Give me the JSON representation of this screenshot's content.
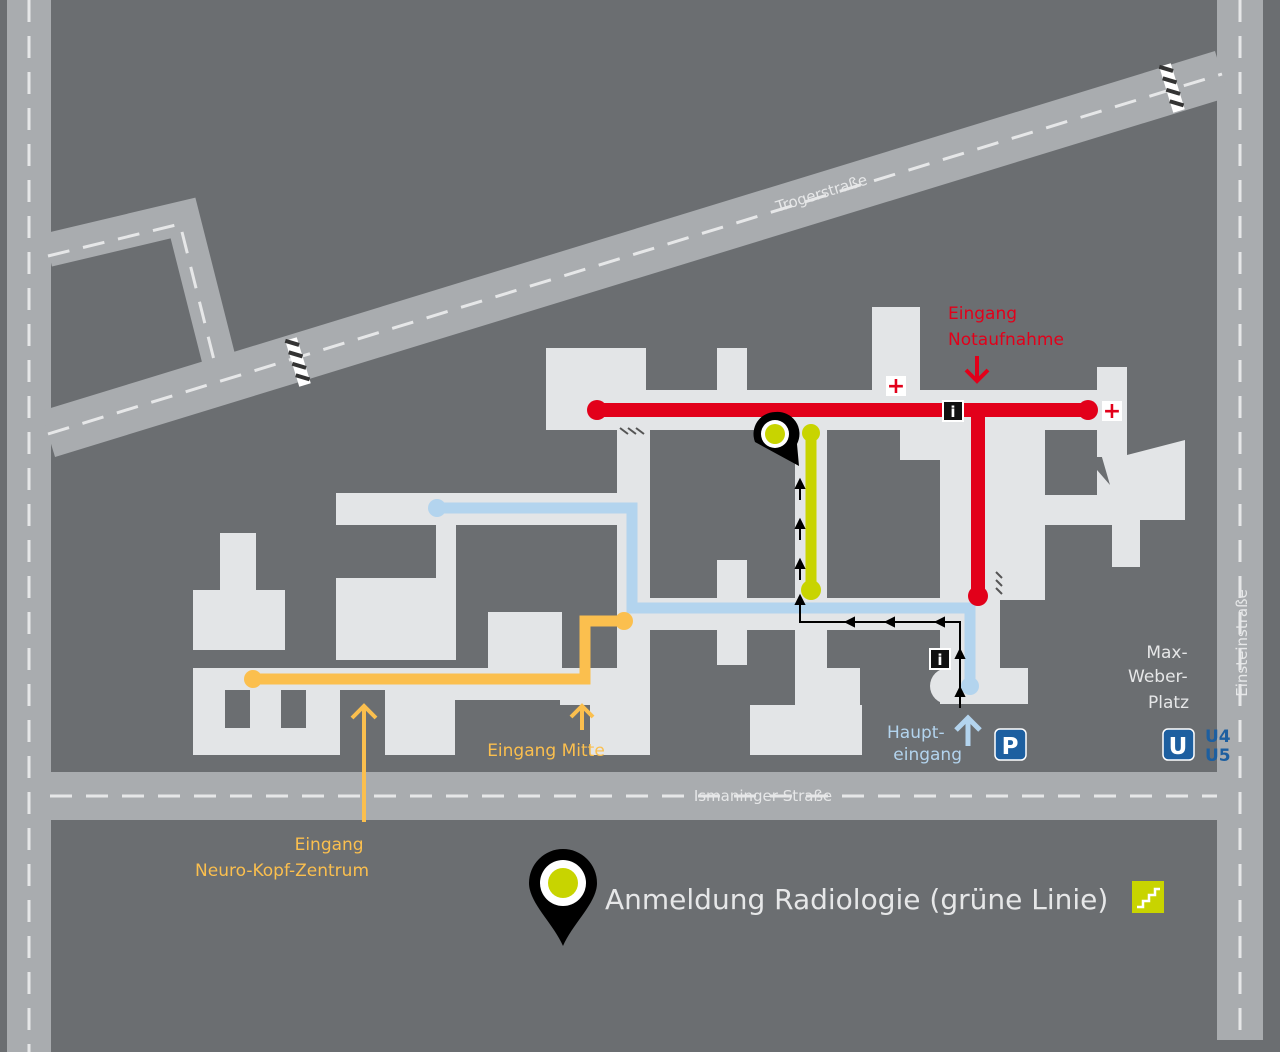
{
  "map": {
    "colors": {
      "background": "#6b6e71",
      "road": "#a9acaf",
      "building": "#e3e5e7",
      "red_line": "#e2001a",
      "green_line": "#c8d400",
      "blue_line": "#b3d4ee",
      "orange_line": "#fbbf4e",
      "transit_blue": "#1d5fa0"
    },
    "streets": {
      "trogerstrasse": "Trogerstraße",
      "ismaninger": "Ismaninger Straße",
      "einstein": "Einsteinstraße"
    },
    "places": {
      "max_weber_platz": [
        "Max-",
        "Weber-",
        "Platz"
      ]
    },
    "entrances": {
      "notaufnahme": [
        "Eingang",
        "Notaufnahme"
      ],
      "mitte": "Eingang Mitte",
      "neuro": [
        "Eingang",
        "Neuro-Kopf-Zentrum"
      ],
      "haupt": [
        "Haupt-",
        "eingang"
      ]
    },
    "icons": {
      "parking": "P",
      "ubahn": "U",
      "ubahn_lines": [
        "U4",
        "U5"
      ],
      "info": "i",
      "first_aid": "+"
    },
    "legend": {
      "text": "Anmeldung Radiologie (grüne Linie)",
      "stairs_icon": "stairs-icon"
    }
  }
}
